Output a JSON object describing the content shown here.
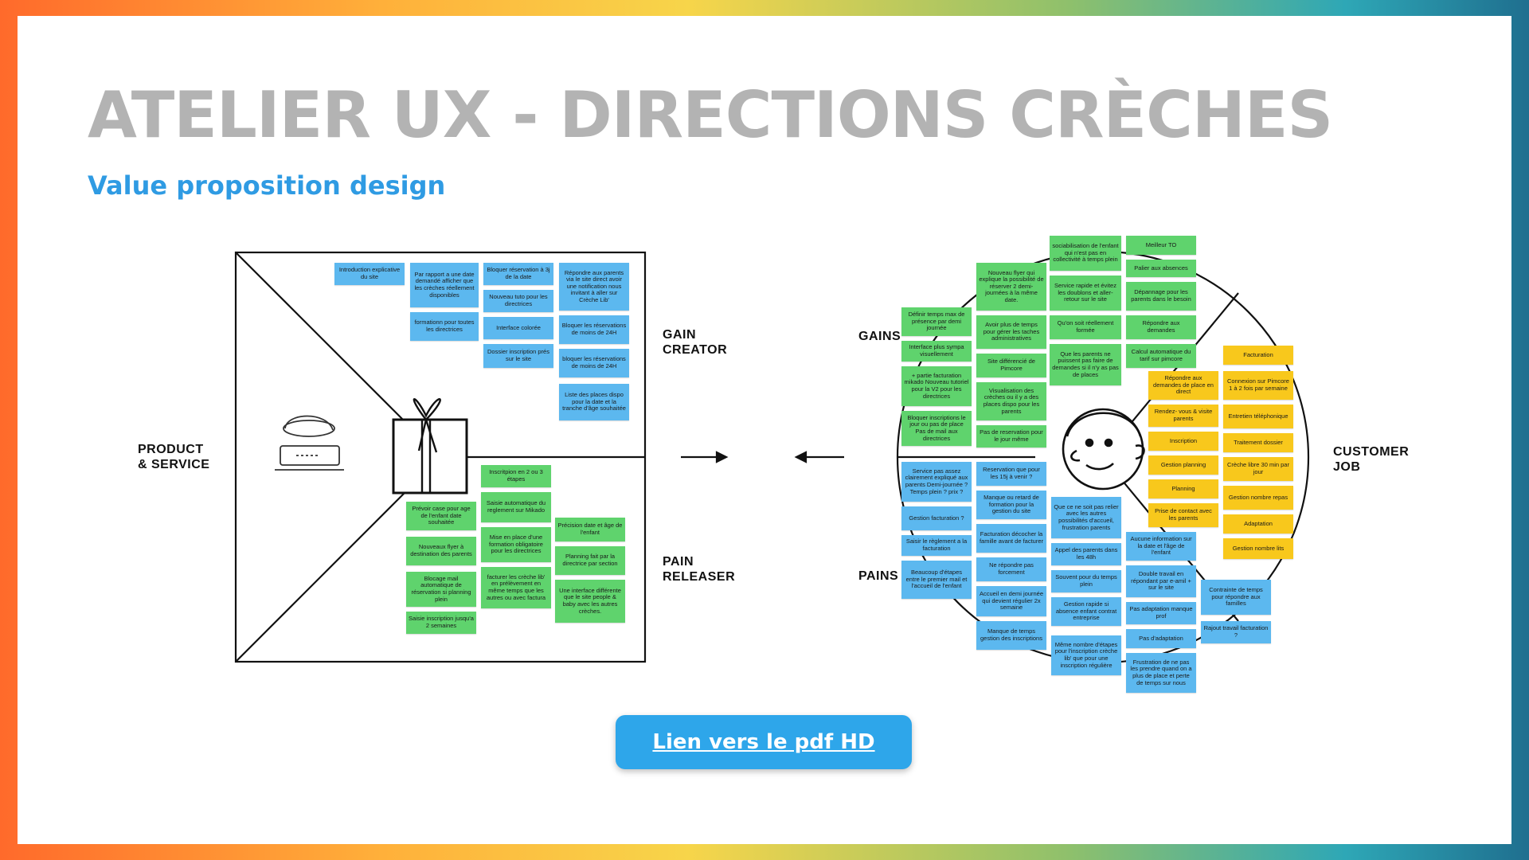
{
  "slide": {
    "title": "ATELIER UX - DIRECTIONS CRÈCHES",
    "subtitle": "Value proposition design",
    "cta_label": "Lien vers le pdf HD"
  },
  "colors": {
    "title": "#b3b3b3",
    "subtitle": "#2f9be3",
    "cta": "#2ea6ea",
    "note_blue": "#5cb8ef",
    "note_green": "#5fd36d",
    "note_yellow": "#f8c81c"
  },
  "value_map": {
    "labels": {
      "product_1": "PRODUCT",
      "product_2": "& SERVICE",
      "gain_1": "GAIN",
      "gain_2": "CREATOR",
      "pain_1": "PAIN",
      "pain_2": "RELEASER"
    },
    "notes": [
      {
        "id": "vm-b1",
        "color": "blue",
        "text": "Introduction explicative du site"
      },
      {
        "id": "vm-b2",
        "color": "blue",
        "text": "Par rapport a une date demandé afficher que les crèches réellement disponibles"
      },
      {
        "id": "vm-b3",
        "color": "blue",
        "text": "formationn pour toutes les directrices"
      },
      {
        "id": "vm-b4",
        "color": "blue",
        "text": "Bloquer réservation à 3j de la date"
      },
      {
        "id": "vm-b5",
        "color": "blue",
        "text": "Nouveau tuto pour les directrices"
      },
      {
        "id": "vm-b6",
        "color": "blue",
        "text": "Interface colorée"
      },
      {
        "id": "vm-b7",
        "color": "blue",
        "text": "Dossier inscription prés sur le site"
      },
      {
        "id": "vm-b8",
        "color": "blue",
        "text": "Répondre aux parents via le site direct avoir une notification nous invitant à aller sur Crèche Lib'"
      },
      {
        "id": "vm-b9",
        "color": "blue",
        "text": "Bloquer les réservations de moins de 24H"
      },
      {
        "id": "vm-b10",
        "color": "blue",
        "text": "bloquer les réservations de moins de 24H"
      },
      {
        "id": "vm-b11",
        "color": "blue",
        "text": "Liste des places dispo pour la date et la tranche d'âge souhaitée"
      },
      {
        "id": "vm-g1",
        "color": "green",
        "text": "Inscritpion en 2 ou 3 étapes"
      },
      {
        "id": "vm-g2",
        "color": "green",
        "text": "Saisie automatique du reglement sur Mikado"
      },
      {
        "id": "vm-g3",
        "color": "green",
        "text": "Prévoir case pour age de l'enfant date souhaitée"
      },
      {
        "id": "vm-g4",
        "color": "green",
        "text": "Mise en place d'une formation obligatoire pour les directrices"
      },
      {
        "id": "vm-g5",
        "color": "green",
        "text": "Précision date et âge de l'enfant"
      },
      {
        "id": "vm-g6",
        "color": "green",
        "text": "Nouveaux flyer à destination des parents"
      },
      {
        "id": "vm-g7",
        "color": "green",
        "text": "Planning fait par la directrice par section"
      },
      {
        "id": "vm-g8",
        "color": "green",
        "text": "facturer les crèche lib' en prélèvement en même temps que les autres ou avec factura"
      },
      {
        "id": "vm-g9",
        "color": "green",
        "text": "Blocage mail automatique de réservation si planning plein"
      },
      {
        "id": "vm-g10",
        "color": "green",
        "text": "Une interface différente que le site people & baby avec les autres crèches."
      },
      {
        "id": "vm-g11",
        "color": "green",
        "text": "Saisie inscription jusqu'a 2 semaines"
      }
    ]
  },
  "customer_profile": {
    "labels": {
      "gains": "GAINS",
      "pains": "PAINS",
      "job_1": "CUSTOMER",
      "job_2": "JOB"
    },
    "notes": [
      {
        "id": "cp-g1",
        "color": "green",
        "text": "sociabilisation de l'enfant qui n'est pas en collectivité à temps plein"
      },
      {
        "id": "cp-g2",
        "color": "green",
        "text": "Meilleur TO"
      },
      {
        "id": "cp-g3",
        "color": "green",
        "text": "Nouveau flyer qui explique la possibilité de réserver 2 demi-journées à la même date."
      },
      {
        "id": "cp-g4",
        "color": "green",
        "text": "Service rapide et évitez les doublons et aller-retour sur le site"
      },
      {
        "id": "cp-g5",
        "color": "green",
        "text": "Palier aux absences"
      },
      {
        "id": "cp-g6",
        "color": "green",
        "text": "Dépannage pour les parents dans le besoin"
      },
      {
        "id": "cp-g7",
        "color": "green",
        "text": "Définir temps max de présence par demi journée"
      },
      {
        "id": "cp-g8",
        "color": "green",
        "text": "Avoir plus de temps pour gérer les taches administratives"
      },
      {
        "id": "cp-g9",
        "color": "green",
        "text": "Qu'on soit réellement formée"
      },
      {
        "id": "cp-g10",
        "color": "green",
        "text": "Répondre aux demandes"
      },
      {
        "id": "cp-g11",
        "color": "green",
        "text": "Interface plus sympa visuellement"
      },
      {
        "id": "cp-g12",
        "color": "green",
        "text": "Site différencié de Pimcore"
      },
      {
        "id": "cp-g13",
        "color": "green",
        "text": "Que les parents ne puissent pas faire de demandes si il n'y as pas de places"
      },
      {
        "id": "cp-g14",
        "color": "green",
        "text": "Calcul automatique du tarif sur pimcore"
      },
      {
        "id": "cp-g15",
        "color": "green",
        "text": "+ partie facturation mikado Nouveau tutoriel pour la V2 pour les directrices"
      },
      {
        "id": "cp-g16",
        "color": "green",
        "text": "Visualisation des crèches ou il y a des places dispo pour les parents"
      },
      {
        "id": "cp-g17",
        "color": "green",
        "text": "Bloquer inscriptions le jour ou pas de place Pas de mail aux directrices"
      },
      {
        "id": "cp-g18",
        "color": "green",
        "text": "Pas de reservation pour le jour même"
      },
      {
        "id": "cp-y1",
        "color": "yellow",
        "text": "Facturation"
      },
      {
        "id": "cp-y2",
        "color": "yellow",
        "text": "Répondre aux demandes de place en direct"
      },
      {
        "id": "cp-y3",
        "color": "yellow",
        "text": "Connexion sur Pimcore 1 à 2 fois par semaine"
      },
      {
        "id": "cp-y4",
        "color": "yellow",
        "text": "Rendez- vous & visite parents"
      },
      {
        "id": "cp-y5",
        "color": "yellow",
        "text": "Entretien téléphonique"
      },
      {
        "id": "cp-y6",
        "color": "yellow",
        "text": "Inscription"
      },
      {
        "id": "cp-y7",
        "color": "yellow",
        "text": "Traitement dossier"
      },
      {
        "id": "cp-y8",
        "color": "yellow",
        "text": "Gestion planning"
      },
      {
        "id": "cp-y9",
        "color": "yellow",
        "text": "Crèche libre 30 min par jour"
      },
      {
        "id": "cp-y10",
        "color": "yellow",
        "text": "Planning"
      },
      {
        "id": "cp-y11",
        "color": "yellow",
        "text": "Gestion nombre repas"
      },
      {
        "id": "cp-y12",
        "color": "yellow",
        "text": "Prise de contact avec les parents"
      },
      {
        "id": "cp-y13",
        "color": "yellow",
        "text": "Adaptation"
      },
      {
        "id": "cp-y14",
        "color": "yellow",
        "text": "Gestion nombre lits"
      },
      {
        "id": "cp-b1",
        "color": "blue",
        "text": "Service pas assez clairement expliqué aux parents Demi-journée ? Temps plein ? prix ?"
      },
      {
        "id": "cp-b2",
        "color": "blue",
        "text": "Reservation que pour les 15j à venir ?"
      },
      {
        "id": "cp-b3",
        "color": "blue",
        "text": "Manque ou retard de formation pour la gestion du site"
      },
      {
        "id": "cp-b4",
        "color": "blue",
        "text": "Que ce ne soit pas relier avec les autres possibilités d'accueil, frustration parents"
      },
      {
        "id": "cp-b5",
        "color": "blue",
        "text": "Gestion facturation ?"
      },
      {
        "id": "cp-b6",
        "color": "blue",
        "text": "Facturation décocher la famille avant de facturer"
      },
      {
        "id": "cp-b7",
        "color": "blue",
        "text": "Aucune information sur la date et l'âge de l'enfant"
      },
      {
        "id": "cp-b8",
        "color": "blue",
        "text": "Saisir le règlement a la facturation"
      },
      {
        "id": "cp-b9",
        "color": "blue",
        "text": "Appel des parents dans les 48h"
      },
      {
        "id": "cp-b10",
        "color": "blue",
        "text": "Ne répondre pas forcement"
      },
      {
        "id": "cp-b11",
        "color": "blue",
        "text": "Beaucoup d'étapes entre le premier mail et l'accueil de l'enfant"
      },
      {
        "id": "cp-b12",
        "color": "blue",
        "text": "Souvent pour du temps plein"
      },
      {
        "id": "cp-b13",
        "color": "blue",
        "text": "Double travail en répondant par e-amil + sur le site"
      },
      {
        "id": "cp-b14",
        "color": "blue",
        "text": "Accueil en demi journée qui devient régulier 2x semaine"
      },
      {
        "id": "cp-b15",
        "color": "blue",
        "text": "Contrainte de temps pour répondre aux familles"
      },
      {
        "id": "cp-b16",
        "color": "blue",
        "text": "Gestion rapide si absence enfant contrat entreprise"
      },
      {
        "id": "cp-b17",
        "color": "blue",
        "text": "Pas adaptation manque prof"
      },
      {
        "id": "cp-b18",
        "color": "blue",
        "text": "Manque de temps gestion des inscriptions"
      },
      {
        "id": "cp-b19",
        "color": "blue",
        "text": "Pas d'adaptation"
      },
      {
        "id": "cp-b20",
        "color": "blue",
        "text": "Rajout travail facturation ?"
      },
      {
        "id": "cp-b21",
        "color": "blue",
        "text": "Même nombre d'étapes pour l'inscription crèche lib' que pour une inscription régulière"
      },
      {
        "id": "cp-b22",
        "color": "blue",
        "text": "Frustration de ne pas les prendre quand on a plus de place et perte de temps sur nous"
      }
    ]
  }
}
